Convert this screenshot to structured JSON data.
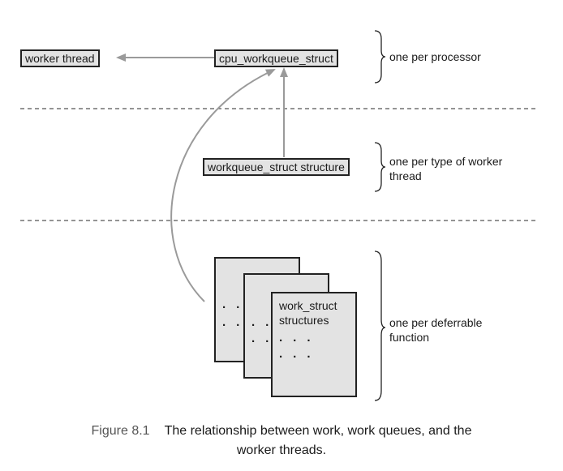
{
  "nodes": {
    "worker_thread": "worker thread",
    "cpu_workqueue_struct": "cpu_workqueue_struct",
    "workqueue_struct": "workqueue_struct structure",
    "work_struct_line1": "work_struct",
    "work_struct_line2": "structures",
    "dots_row": "· · ·"
  },
  "annotations": {
    "per_processor": "one per processor",
    "per_type_line1": "one per type of worker",
    "per_type_line2": "thread",
    "per_function_line1": "one per deferrable",
    "per_function_line2": "function"
  },
  "caption": {
    "figure_number": "Figure 8.1",
    "text_line1": "The relationship between work, work queues, and the",
    "text_line2": "worker threads."
  },
  "colors": {
    "box_fill": "#e3e3e3",
    "arrow": "#9a9a9a",
    "divider": "#555555"
  }
}
